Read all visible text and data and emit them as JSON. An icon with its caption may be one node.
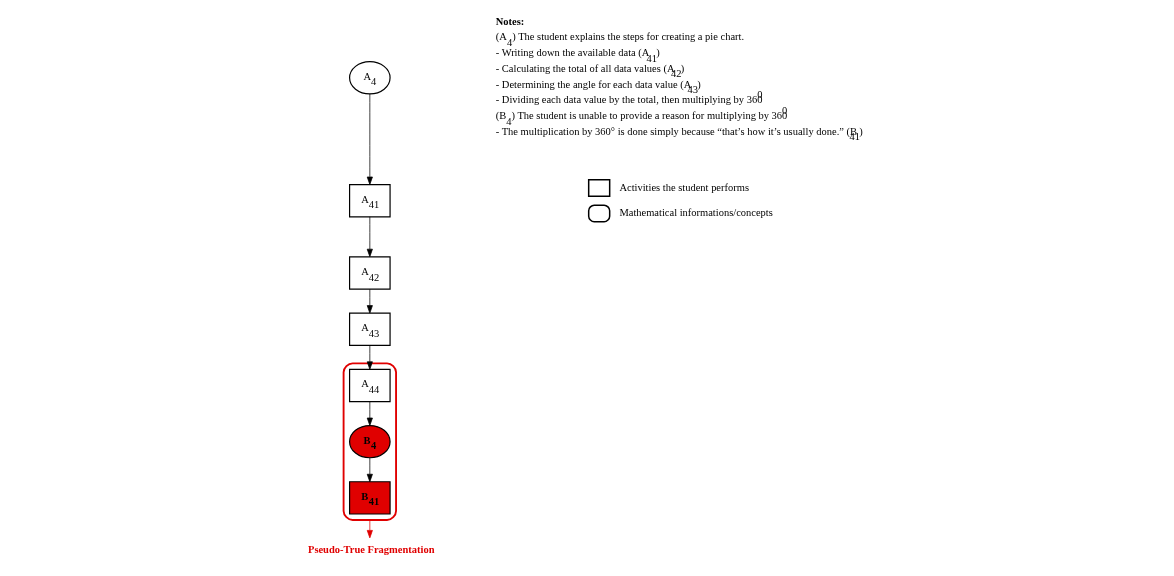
{
  "diagram": {
    "nodes": [
      {
        "text": [
          "A$_{4}$"
        ]
      },
      {
        "text": [
          "A$_{41}$"
        ]
      },
      {
        "text": [
          "A$_{42}$"
        ]
      },
      {
        "text": [
          "A$_{43}$"
        ]
      },
      {
        "text": [],
        "shape": "cloud"
      },
      {
        "text": [
          "A$_{44}$"
        ],
        "in": 4
      },
      {
        "text": [
          "B$_{4}$"
        ],
        "in": 4
      },
      {
        "text": [
          "B$_{41}$"
        ],
        "in": 4
      },
      {
        "text": [
          "Pseudo-True Fragmentation"
        ]
      }
    ],
    "edges": [
      {
        "from": 0,
        "to": 1,
        "arrow": "to"
      },
      {
        "from": 1,
        "to": 2,
        "arrow": "to"
      },
      {
        "from": 2,
        "to": 3,
        "arrow": "to"
      },
      {
        "from": 3,
        "to": 5,
        "arrow": "to"
      },
      {
        "from": 5,
        "to": 6,
        "arrow": "to"
      },
      {
        "from": 6,
        "to": 7,
        "arrow": "to"
      },
      {
        "from": 4,
        "to": 8,
        "arrow": "to",
        "color": "#e00000"
      }
    ],
    "labels": [
      "Notes:",
      "(A$_{4}$) The student explains the steps for creating a pie chart.",
      "- Writing down the available data (A$_{41}$)",
      "- Calculating the total of all data values (A$_{42}$)",
      "- Determining the angle for each data value (A$_{43}$)",
      "- Dividing each data value by the total, then multiplying by 360$^{0}$",
      "(B$_{4}$) The student is unable to provide a reason for multiplying by 360$^{0}$",
      "- The multiplication by 360° is done simply because “that’s how it’s usually done.” (B$_{41}$)"
    ],
    "legend": [
      {
        "text": "Activities the student performs"
      },
      {
        "text": "Mathematical informations/concepts"
      }
    ]
  }
}
